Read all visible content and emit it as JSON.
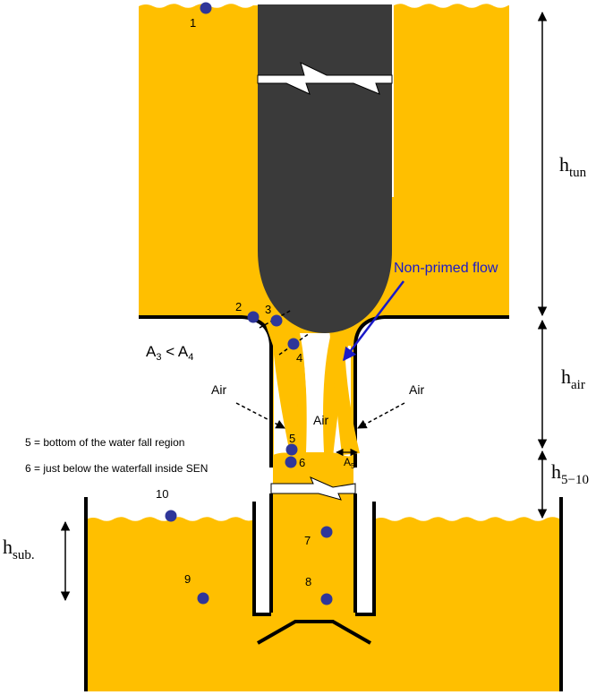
{
  "colors": {
    "melt": "#FFBF00",
    "stopper": "#3A3A3A",
    "point": "#2F3699",
    "outline": "#000000",
    "accent_arrow": "#1A1AC8"
  },
  "points": {
    "p1": "1",
    "p2": "2",
    "p3": "3",
    "p4": "4",
    "p5": "5",
    "p6": "6",
    "p7": "7",
    "p8": "8",
    "p9": "9",
    "p10": "10"
  },
  "labels": {
    "area_relation": {
      "base": "A",
      "sub1": "3",
      "op": " < ",
      "base2": "A",
      "sub2": "4"
    },
    "air_left": "Air",
    "air_center": "Air",
    "air_right": "Air",
    "area5": {
      "base": "A",
      "sub": "5"
    },
    "non_primed": "Non-primed flow",
    "note5": "5 = bottom of the water fall region",
    "note6": "6 = just below the waterfall inside SEN"
  },
  "dimensions": {
    "h_tun": {
      "base": "h",
      "sub": "tun"
    },
    "h_air": {
      "base": "h",
      "sub": "air"
    },
    "h_5_10": {
      "base": "h",
      "sub": "5−10"
    },
    "h_sub": {
      "base": "h",
      "sub": "sub."
    }
  }
}
